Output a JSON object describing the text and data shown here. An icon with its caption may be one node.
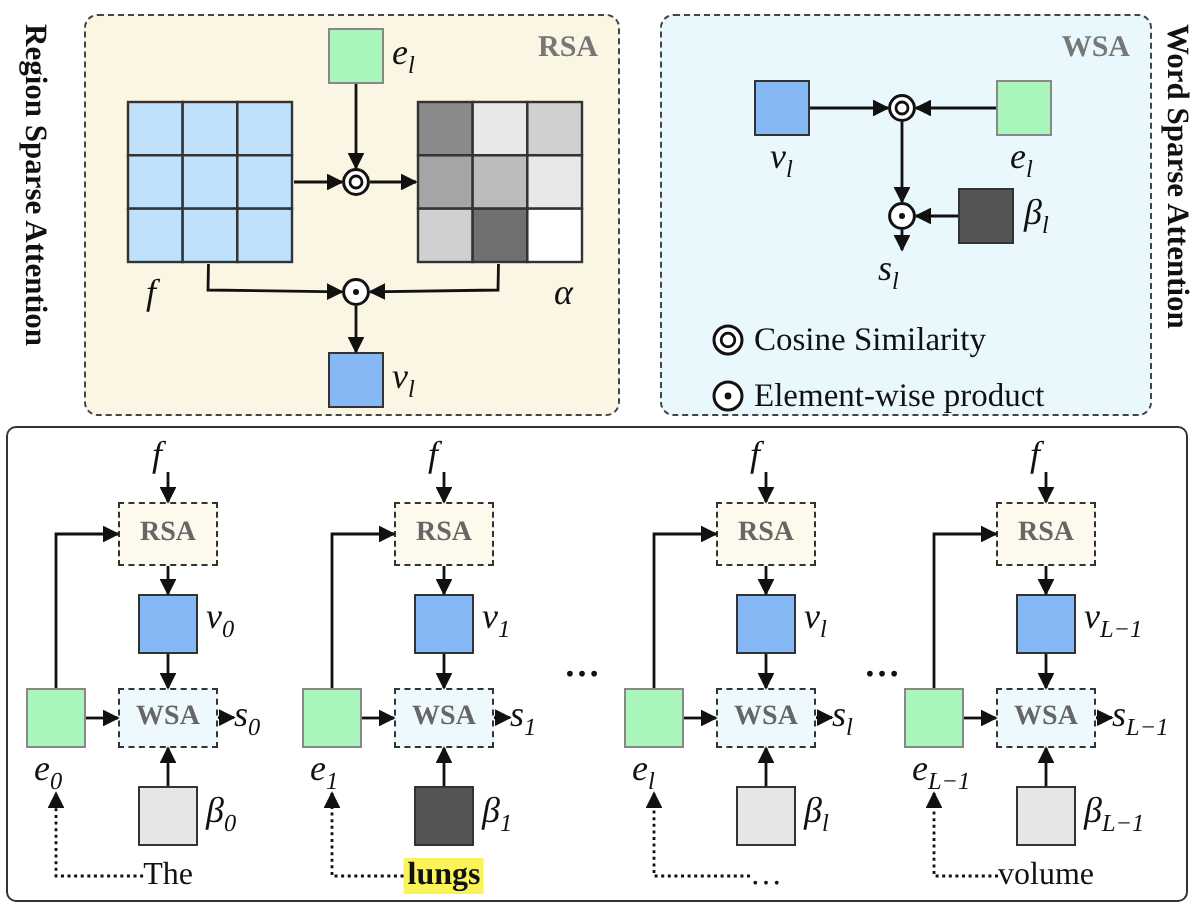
{
  "diagram": {
    "nodes": [
      {
        "text": [
          "RSA"
        ]
      },
      {
        "text": [],
        "shape": "box",
        "in": 0,
        "beside": [
          "e$_{l}$"
        ]
      },
      {
        "text": [],
        "shape": "box",
        "in": 0,
        "beside": [
          "f"
        ]
      },
      {
        "text": [],
        "shape": "circle",
        "in": 0
      },
      {
        "text": [],
        "shape": "box",
        "in": 0,
        "beside": [
          "α"
        ]
      },
      {
        "text": [],
        "shape": "circle",
        "in": 0
      },
      {
        "text": [],
        "shape": "box",
        "in": 0,
        "beside": [
          "v$_{l}$"
        ]
      },
      {
        "text": [
          "WSA"
        ]
      },
      {
        "text": [],
        "shape": "box",
        "in": 7,
        "beside": [
          "v$_{l}$"
        ]
      },
      {
        "text": [],
        "shape": "circle",
        "in": 7
      },
      {
        "text": [],
        "shape": "box",
        "in": 7,
        "beside": [
          "e$_{l}$"
        ]
      },
      {
        "text": [],
        "shape": "circle",
        "in": 7
      },
      {
        "text": [],
        "shape": "box",
        "in": 7,
        "beside": [
          "β$_{l}$"
        ]
      },
      {
        "text": [
          "s$_{l}$"
        ],
        "in": 7
      },
      {
        "text": [],
        "shape": "box"
      },
      {
        "text": [
          "f"
        ],
        "in": 14
      },
      {
        "text": [
          "RSA"
        ],
        "in": 14
      },
      {
        "text": [],
        "shape": "box",
        "in": 14,
        "beside": [
          "v$_{0}$"
        ]
      },
      {
        "text": [
          "WSA"
        ],
        "in": 14
      },
      {
        "text": [],
        "shape": "box",
        "in": 14,
        "beside": [
          "e$_{0}$"
        ]
      },
      {
        "text": [
          "s$_{0}$"
        ],
        "in": 14
      },
      {
        "text": [],
        "shape": "box",
        "in": 14,
        "beside": [
          "β$_{0}$"
        ]
      },
      {
        "text": [
          "The"
        ],
        "in": 14
      },
      {
        "text": [
          "f"
        ],
        "in": 14
      },
      {
        "text": [
          "RSA"
        ],
        "in": 14
      },
      {
        "text": [],
        "shape": "box",
        "in": 14,
        "beside": [
          "v$_{1}$"
        ]
      },
      {
        "text": [
          "WSA"
        ],
        "in": 14
      },
      {
        "text": [],
        "shape": "box",
        "in": 14,
        "beside": [
          "e$_{1}$"
        ]
      },
      {
        "text": [
          "s$_{1}$"
        ],
        "in": 14
      },
      {
        "text": [],
        "shape": "box",
        "in": 14,
        "beside": [
          "β$_{1}$"
        ]
      },
      {
        "text": [
          "lungs"
        ],
        "in": 14
      },
      {
        "text": [
          "f"
        ],
        "in": 14
      },
      {
        "text": [
          "RSA"
        ],
        "in": 14
      },
      {
        "text": [],
        "shape": "box",
        "in": 14,
        "beside": [
          "v$_{l}$"
        ]
      },
      {
        "text": [
          "WSA"
        ],
        "in": 14
      },
      {
        "text": [],
        "shape": "box",
        "in": 14,
        "beside": [
          "e$_{l}$"
        ]
      },
      {
        "text": [
          "s$_{l}$"
        ],
        "in": 14
      },
      {
        "text": [],
        "shape": "box",
        "in": 14,
        "beside": [
          "β$_{l}$"
        ]
      },
      {
        "text": [
          "…"
        ],
        "in": 14
      },
      {
        "text": [
          "f"
        ],
        "in": 14
      },
      {
        "text": [
          "RSA"
        ],
        "in": 14
      },
      {
        "text": [],
        "shape": "box",
        "in": 14,
        "beside": [
          "v$_{L−1}$"
        ]
      },
      {
        "text": [
          "WSA"
        ],
        "in": 14
      },
      {
        "text": [],
        "shape": "box",
        "in": 14,
        "beside": [
          "e$_{L−1}$"
        ]
      },
      {
        "text": [
          "s$_{L−1}$"
        ],
        "in": 14
      },
      {
        "text": [],
        "shape": "box",
        "in": 14,
        "beside": [
          "β$_{L−1}$"
        ]
      },
      {
        "text": [
          "volume"
        ],
        "in": 14
      }
    ],
    "edges": [
      {
        "from": 1,
        "to": 3,
        "arrow": "to"
      },
      {
        "from": 2,
        "to": 3,
        "arrow": "to"
      },
      {
        "from": 3,
        "to": 4,
        "arrow": "to"
      },
      {
        "from": 2,
        "to": 5,
        "arrow": "to"
      },
      {
        "from": 4,
        "to": 5,
        "arrow": "to"
      },
      {
        "from": 5,
        "to": 6,
        "arrow": "to"
      },
      {
        "from": 8,
        "to": 9,
        "arrow": "to"
      },
      {
        "from": 10,
        "to": 9,
        "arrow": "to"
      },
      {
        "from": 9,
        "to": 11,
        "arrow": "to"
      },
      {
        "from": 12,
        "to": 11,
        "arrow": "to"
      },
      {
        "from": 11,
        "to": 13,
        "arrow": "to"
      },
      {
        "from": 15,
        "to": 16,
        "arrow": "to"
      },
      {
        "from": 19,
        "to": 16,
        "arrow": "to"
      },
      {
        "from": 16,
        "to": 17,
        "arrow": "to"
      },
      {
        "from": 17,
        "to": 18,
        "arrow": "to"
      },
      {
        "from": 19,
        "to": 18,
        "arrow": "to"
      },
      {
        "from": 18,
        "to": 20,
        "arrow": "to"
      },
      {
        "from": 21,
        "to": 18,
        "arrow": "to"
      },
      {
        "from": 22,
        "to": 19,
        "arrow": "to",
        "style": "dashed"
      },
      {
        "from": 23,
        "to": 24,
        "arrow": "to"
      },
      {
        "from": 27,
        "to": 24,
        "arrow": "to"
      },
      {
        "from": 24,
        "to": 25,
        "arrow": "to"
      },
      {
        "from": 25,
        "to": 26,
        "arrow": "to"
      },
      {
        "from": 27,
        "to": 26,
        "arrow": "to"
      },
      {
        "from": 26,
        "to": 28,
        "arrow": "to"
      },
      {
        "from": 29,
        "to": 26,
        "arrow": "to"
      },
      {
        "from": 30,
        "to": 27,
        "arrow": "to",
        "style": "dashed"
      },
      {
        "from": 31,
        "to": 32,
        "arrow": "to"
      },
      {
        "from": 35,
        "to": 32,
        "arrow": "to"
      },
      {
        "from": 32,
        "to": 33,
        "arrow": "to"
      },
      {
        "from": 33,
        "to": 34,
        "arrow": "to"
      },
      {
        "from": 35,
        "to": 34,
        "arrow": "to"
      },
      {
        "from": 34,
        "to": 36,
        "arrow": "to"
      },
      {
        "from": 37,
        "to": 34,
        "arrow": "to"
      },
      {
        "from": 38,
        "to": 35,
        "arrow": "to",
        "style": "dashed"
      },
      {
        "from": 39,
        "to": 40,
        "arrow": "to"
      },
      {
        "from": 43,
        "to": 40,
        "arrow": "to"
      },
      {
        "from": 40,
        "to": 41,
        "arrow": "to"
      },
      {
        "from": 41,
        "to": 42,
        "arrow": "to"
      },
      {
        "from": 43,
        "to": 42,
        "arrow": "to"
      },
      {
        "from": 42,
        "to": 44,
        "arrow": "to"
      },
      {
        "from": 45,
        "to": 42,
        "arrow": "to"
      },
      {
        "from": 46,
        "to": 43,
        "arrow": "to",
        "style": "dashed"
      }
    ],
    "labels": [
      "Region Sparse Attention",
      "Word Sparse Attention",
      "…",
      "…"
    ],
    "legend": [
      {
        "text": "Cosine Similarity"
      },
      {
        "text": "Element-wise product"
      }
    ]
  }
}
